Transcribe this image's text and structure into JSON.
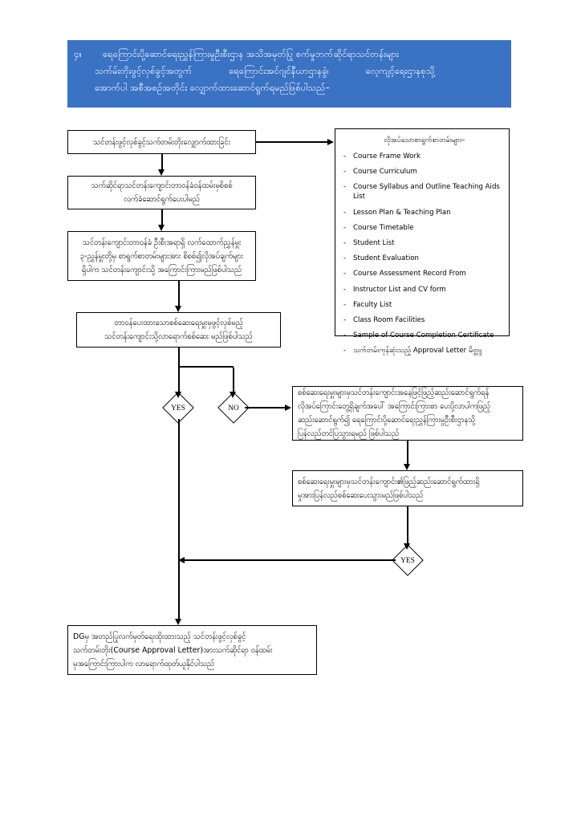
{
  "header": {
    "number": "၄။",
    "line1": "ရေကြောင်းပို့ဆောင်ရေးညွှန်ကြားမှုဦးစီးဌာန အသိအမှတ်ပြု စက်မှုဘက်ဆိုင်ရာသင်တန်းများ",
    "line2": "သက်မ်းတိုးဖွင့်လှစ်ခွင့်အတွက်",
    "line2b": "ရေကြောင်းအင်ဂျင်နီယာဌာနခွဲ၊",
    "line2c": "လေ့ကျင့်ရေးဌာနစုသို့",
    "line3": "အောက်ပါ အစီအစဉ်အတိုင်း လျှောက်ထားဆောင်ရွက်ရမည်ဖြစ်ပါသည်–",
    "bg_color": "#3a72c4",
    "text_color": "#ffffff"
  },
  "boxes": {
    "box1": {
      "lines": [
        "သင်တန်းဖွင့်လှစ်ခွင့်သက်တမ်းတိုးလျှောက်ထားခြင်း"
      ]
    },
    "box2": {
      "lines": [
        "သက်ဆိုင်ရာသင်တန်းကျောင်းတာဝန်ခံဝန်ထမ်းမှစိစစ်",
        "လက်ခံဆောင်ရွက်ပေးပါမည်"
      ]
    },
    "box3": {
      "lines": [
        "သင်တန်းကျောင်းတာဝန်ခံ ဦးစီးအရာရှိ လက်ထောက်ညွှန်မှူး",
        "၃-ညွှန်မှူးတို့မှ စာရွက်စာတမ်းများအား စိစစ်၍လိုအပ်ချက်များ",
        "ရှိပါက သင်တန်းကျောင်းသို့ အကြောင်းကြားမည်ဖြစ်ပါသည်"
      ]
    },
    "box4": {
      "lines": [
        "တာဝန်ပေးထားသောစစ်ဆေးရေးမှူးမှဖွင့်လှစ်မည့်",
        "သင်တန်းကျောင်းသို့လာရောက်စစ်ဆေး မည်ဖြစ်ပါသည်"
      ]
    },
    "box5": {
      "lines": [
        "စစ်ဆေးရေးမှူးများမှသင်တန်းကျောင်းအနေဖြင့်ဖြည့်ဆည်းဆောင်ရွက်ရန်",
        "လိုအပ်ကြောင်းတွေ့ရှိချက်အပေါ် အကြောင်းကြားစာ ပေးပို့လာပါကဖြည့်",
        "ဆည်းဆောင်ရွက်၍ ရေကြောင်းပို့ဆောင်ရေးညွှန်ကြားမှုဦးစီးဌာနသို့",
        "ပြန်လည်တင်ပြသွားရမည် ဖြစ်ပါသည်"
      ]
    },
    "box6": {
      "lines": [
        "စစ်ဆေးရေးမှူးများမှသင်တန်းကျောင်း၏ဖြည့်ဆည်းဆောင်ရွက်ထားရှိ",
        "မှုအားပြန်လည်စစ်ဆေးပေးသွားမည်ဖြစ်ပါသည်"
      ]
    },
    "box7": {
      "lines": [
        "DGမှ အတည်ပြုလက်မှတ်ရေးထိုးထားသည့် သင်တန်းဖွင့်လှစ်ခွင့်",
        "သက်တမ်းတိုး(Course Approval Letter)အားသက်ဆိုင်ရာ ဝန်ထမ်း",
        "မှအကြောင်းကြားပါက လာရောက်ထုတ်ယူနိုင်ပါသည်"
      ]
    }
  },
  "decisions": {
    "yes1": "YES",
    "no": "NO",
    "yes2": "YES"
  },
  "documents_list": {
    "title": "လိုအပ်သောစာရွက်စာတမ်းများ–",
    "bullet": "-",
    "items": [
      "Course Frame Work",
      "Course Curriculum",
      "Course Syllabus and Outline Teaching Aids List",
      "Lesson Plan & Teaching Plan",
      "Course Timetable",
      "Student List",
      "Student Evaluation",
      "Course Assessment Record From",
      "Instructor List and CV form",
      "Faculty List",
      "Class Room Facilities",
      "Sample of Course Completion Certificate",
      "သက်တမ်းကုန်ဆုံးသည့် Approval Letter မိတ္တူ"
    ]
  }
}
